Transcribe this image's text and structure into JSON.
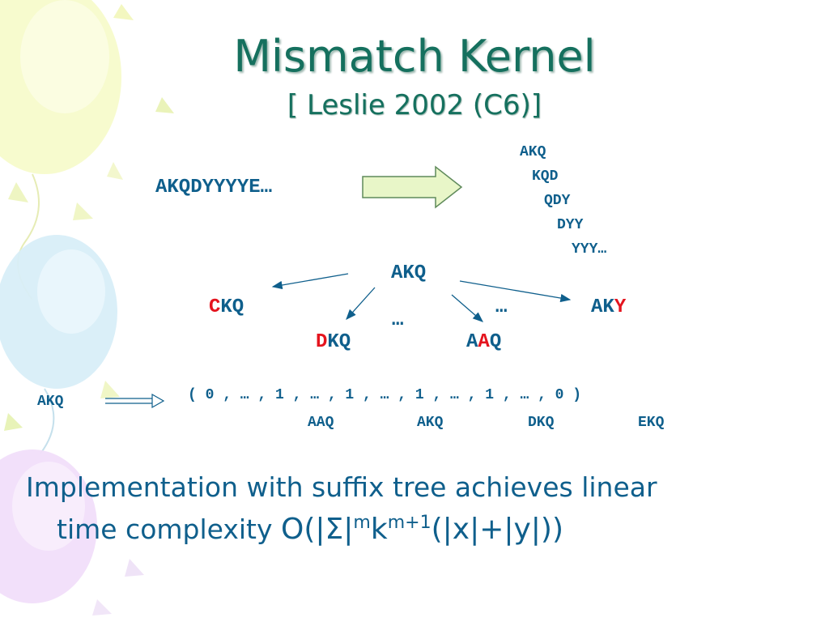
{
  "slide": {
    "title": "Mismatch Kernel",
    "subtitle": "[ Leslie 2002 (C6)]"
  },
  "kmer_split": {
    "sequence": "AKQDYYYYE…",
    "kmers": [
      "AKQ",
      "KQD",
      "QDY",
      "DYY",
      "YYY…"
    ]
  },
  "mismatch_tree": {
    "root": "AKQ",
    "ellipsis_left": "…",
    "ellipsis_right": "…",
    "neighbors": [
      {
        "red": "C",
        "rest": "KQ"
      },
      {
        "red": "D",
        "rest": "KQ"
      },
      {
        "pre": "A",
        "red": "A",
        "post": "Q"
      },
      {
        "pre": "AK",
        "red": "Y"
      }
    ]
  },
  "feature_vector": {
    "input": "AKQ",
    "vector": "( 0 , … , 1 , … , 1 , … , 1 , … , 1 , … , 0 )",
    "labels": [
      "AAQ",
      "AKQ",
      "DKQ",
      "EKQ"
    ]
  },
  "complexity": {
    "line1": "Implementation with suffix tree achieves linear",
    "line2": "time complexity ",
    "formula_a": "O(|Σ|",
    "sup_m": "m",
    "formula_k": "k",
    "sup_m1": "m+1",
    "formula_b": "(|x|+|y|))"
  },
  "colors": {
    "title": "#15705e",
    "text": "#0f5f8c",
    "mismatch": "#e4141e",
    "arrow_fill": "#e8f6c8",
    "arrow_stroke": "#5f8a5a"
  }
}
